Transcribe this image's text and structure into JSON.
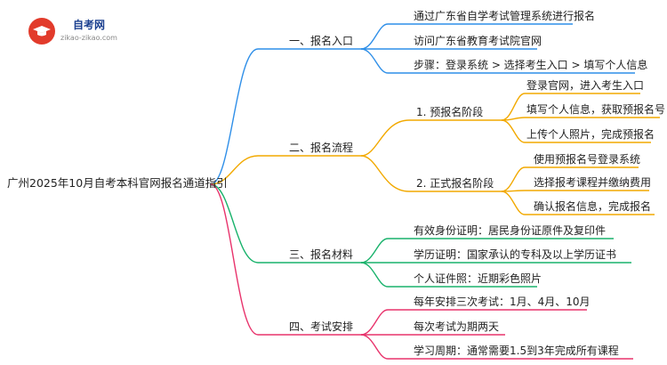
{
  "logo": {
    "name": "自考网",
    "domain": "zikao-zikao.com",
    "icon": "graduation-cap-icon"
  },
  "root": "广州2025年10月自考本科官网报名通道指引",
  "colors": {
    "branch1": "#2f8fe8",
    "branch2": "#f2a900",
    "branch3": "#18b26b",
    "branch4": "#e8336c"
  },
  "branches": [
    {
      "label": "一、报名入口",
      "items": [
        "通过广东省自学考试管理系统进行报名",
        "访问广东省教育考试院官网",
        "步骤：登录系统 > 选择考生入口 > 填写个人信息"
      ]
    },
    {
      "label": "二、报名流程",
      "subs": [
        {
          "label": "1. 预报名阶段",
          "items": [
            "登录官网，进入考生入口",
            "填写个人信息，获取预报名号",
            "上传个人照片，完成预报名"
          ]
        },
        {
          "label": "2. 正式报名阶段",
          "items": [
            "使用预报名号登录系统",
            "选择报考课程并缴纳费用",
            "确认报名信息，完成报名"
          ]
        }
      ]
    },
    {
      "label": "三、报名材料",
      "items": [
        "有效身份证明：居民身份证原件及复印件",
        "学历证明：国家承认的专科及以上学历证书",
        "个人证件照：近期彩色照片"
      ]
    },
    {
      "label": "四、考试安排",
      "items": [
        "每年安排三次考试：1月、4月、10月",
        "每次考试为期两天",
        "学习周期：通常需要1.5到3年完成所有课程"
      ]
    }
  ]
}
